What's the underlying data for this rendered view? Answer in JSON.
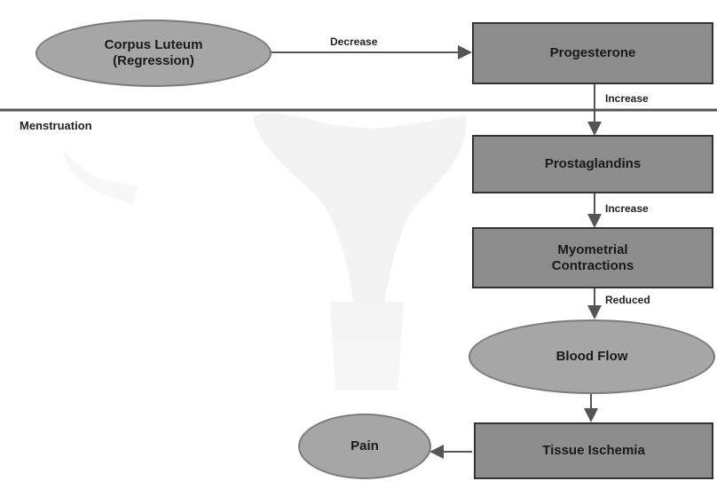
{
  "top_text": "",
  "section_label": "Menstruation",
  "nodes": {
    "corpus_luteum": "Corpus Luteum\n(Regression)",
    "progesterone": "Progesterone",
    "prostaglandins": "Prostaglandins",
    "myometrial": "Myometrial\nContractions",
    "blood_flow": "Blood Flow",
    "tissue_ischemia": "Tissue Ischemia",
    "pain": "Pain"
  },
  "edges": {
    "corpus_to_progesterone": "Decrease",
    "progesterone_to_prostaglandins": "Increase",
    "prostaglandins_to_myometrial": "Increase",
    "myometrial_to_bloodflow": "Reduced"
  },
  "colors": {
    "box_fill": "#8c8c8c",
    "oval_fill": "#a6a6a6",
    "line": "#555555"
  }
}
